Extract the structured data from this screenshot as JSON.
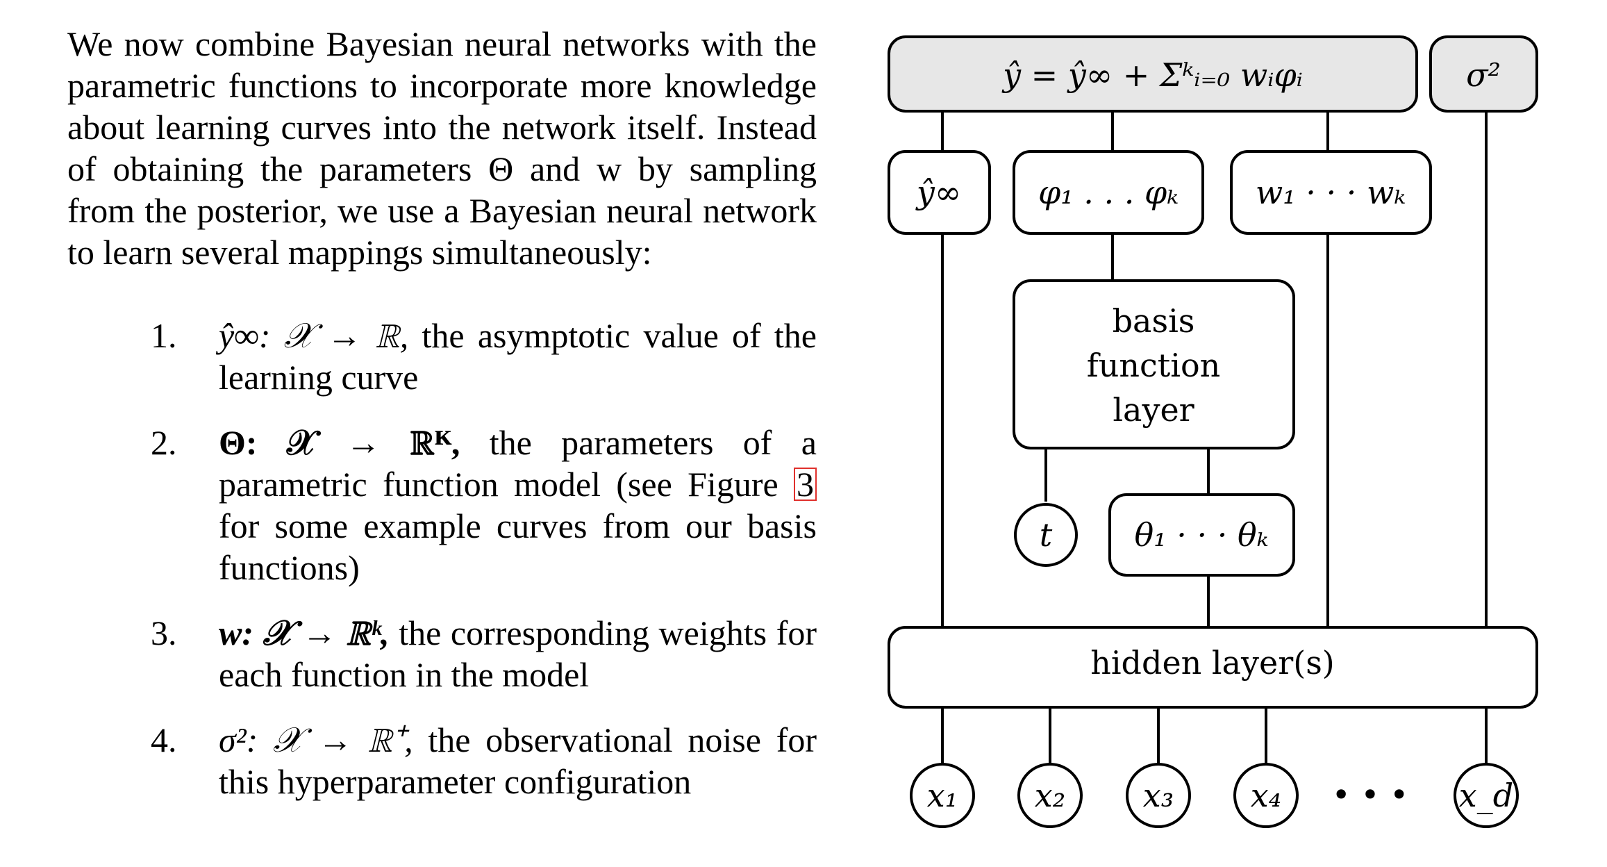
{
  "text": {
    "paragraph": "We now combine Bayesian neural networks with the parametric functions to incorporate more knowledge about learning curves into the network itself. Instead of obtaining the parameters Θ and w by sampling from the posterior, we use a Bayesian neural network to learn several mappings simultaneously:",
    "items": [
      {
        "number": "1.",
        "lead": "ŷ∞: 𝒳 → ℝ,",
        "rest": " the asymptotic value of the learning curve"
      },
      {
        "number": "2.",
        "lead": "Θ: 𝒳 → ℝᴷ,",
        "rest_before_ref": " the parameters of a parametric function model (see Figure ",
        "ref": "3",
        "rest_after_ref": " for some example curves from our basis functions)"
      },
      {
        "number": "3.",
        "lead": "w: 𝒳 → ℝᵏ,",
        "rest": " the corresponding weights for each function in the model"
      },
      {
        "number": "4.",
        "lead": "σ²: 𝒳 → ℝ⁺,",
        "rest": " the observational noise for this hyperparameter configuration"
      }
    ]
  },
  "figure": {
    "output_formula": "ŷ = ŷ∞ + Σᵏᵢ₌₀ wᵢφᵢ",
    "noise": "σ²",
    "y_inf": "ŷ∞",
    "phis": "φ₁ . . . φₖ",
    "weights": "w₁ · · · wₖ",
    "basis_layer": [
      "basis",
      "function",
      "layer"
    ],
    "t": "t",
    "thetas": "θ₁ · · · θₖ",
    "hidden": "hidden layer(s)",
    "inputs": [
      "x₁",
      "x₂",
      "x₃",
      "x₄",
      "x_d"
    ],
    "input_ellipsis": "• • •"
  },
  "colors": {
    "output_fill": "#e7e7e7",
    "ref_box": "#e0302c"
  }
}
